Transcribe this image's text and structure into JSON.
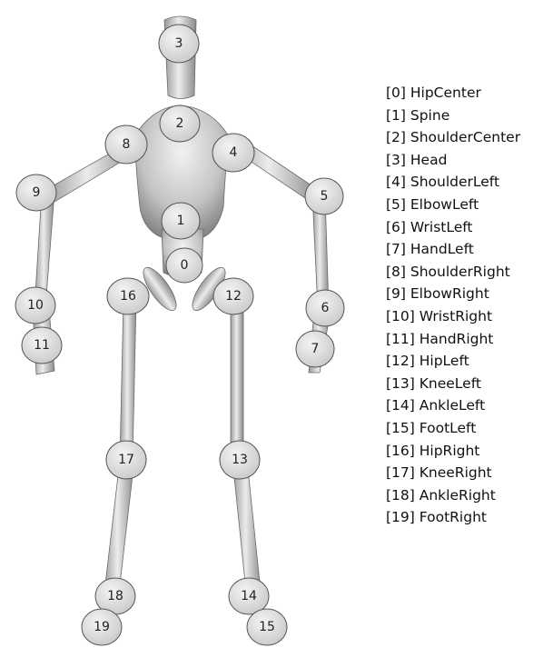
{
  "joints": [
    {
      "index": 0,
      "label": "0",
      "legend": "[0] HipCenter"
    },
    {
      "index": 1,
      "label": "1",
      "legend": "[1] Spine"
    },
    {
      "index": 2,
      "label": "2",
      "legend": "[2] ShoulderCenter"
    },
    {
      "index": 3,
      "label": "3",
      "legend": "[3] Head"
    },
    {
      "index": 4,
      "label": "4",
      "legend": "[4] ShoulderLeft"
    },
    {
      "index": 5,
      "label": "5",
      "legend": "[5] ElbowLeft"
    },
    {
      "index": 6,
      "label": "6",
      "legend": "[6] WristLeft"
    },
    {
      "index": 7,
      "label": "7",
      "legend": "[7] HandLeft"
    },
    {
      "index": 8,
      "label": "8",
      "legend": "[8] ShoulderRight"
    },
    {
      "index": 9,
      "label": "9",
      "legend": "[9] ElbowRight"
    },
    {
      "index": 10,
      "label": "10",
      "legend": "[10] WristRight"
    },
    {
      "index": 11,
      "label": "11",
      "legend": "[11] HandRight"
    },
    {
      "index": 12,
      "label": "12",
      "legend": "[12] HipLeft"
    },
    {
      "index": 13,
      "label": "13",
      "legend": "[13] KneeLeft"
    },
    {
      "index": 14,
      "label": "14",
      "legend": "[14] AnkleLeft"
    },
    {
      "index": 15,
      "label": "15",
      "legend": "[15] FootLeft"
    },
    {
      "index": 16,
      "label": "16",
      "legend": "[16] HipRight"
    },
    {
      "index": 17,
      "label": "17",
      "legend": "[17] KneeRight"
    },
    {
      "index": 18,
      "label": "18",
      "legend": "[18] AnkleRight"
    },
    {
      "index": 19,
      "label": "19",
      "legend": "[19] FootRight"
    }
  ],
  "colors": {
    "body_light": "#e6e6e6",
    "body_dark": "#8c8c8c",
    "joint_fill": "#d2d2d2",
    "joint_stroke": "#555555"
  }
}
